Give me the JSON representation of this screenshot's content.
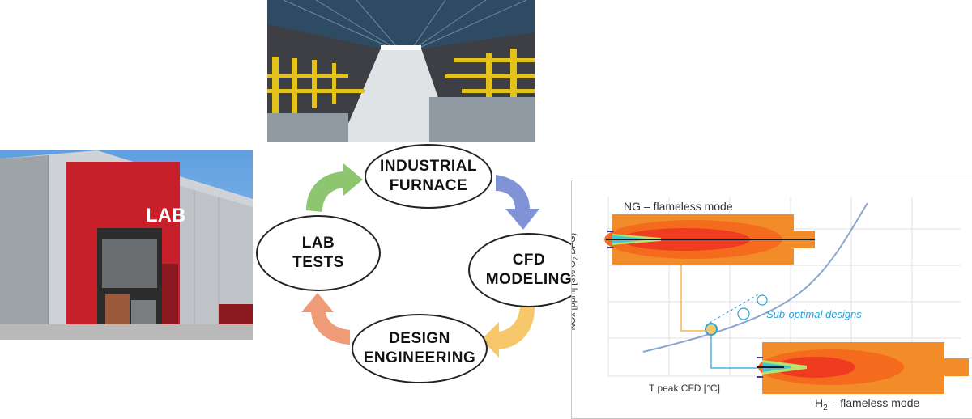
{
  "cycle": {
    "nodes": [
      {
        "line1": "INDUSTRIAL",
        "line2": "FURNACE"
      },
      {
        "line1": "CFD",
        "line2": "MODELING"
      },
      {
        "line1": "DESIGN",
        "line2": "ENGINEERING"
      },
      {
        "line1": "LAB",
        "line2": "TESTS"
      }
    ],
    "arrow_colors": {
      "green": "#8dc66f",
      "blue": "#7f93d6",
      "yellow": "#f5c66a",
      "orange": "#ef9b77"
    }
  },
  "photos": {
    "building_sign": "LAB",
    "building_wall_color": "#c8202a"
  },
  "chart": {
    "ylabel_main": "NOx [ppm] [3% O",
    "ylabel_sub": "2",
    "ylabel_tail": " DFG)",
    "xlabel": "T peak CFD [°C]",
    "ng_title": "NG – flameless mode",
    "h2_prefix": "H",
    "h2_sub": "2",
    "h2_suffix": " – flameless mode",
    "annotation": "Sub-optimal designs",
    "curve_color": "#8aa6cf",
    "annotation_color": "#2aa0d8",
    "leader_color": "#f5a623"
  }
}
